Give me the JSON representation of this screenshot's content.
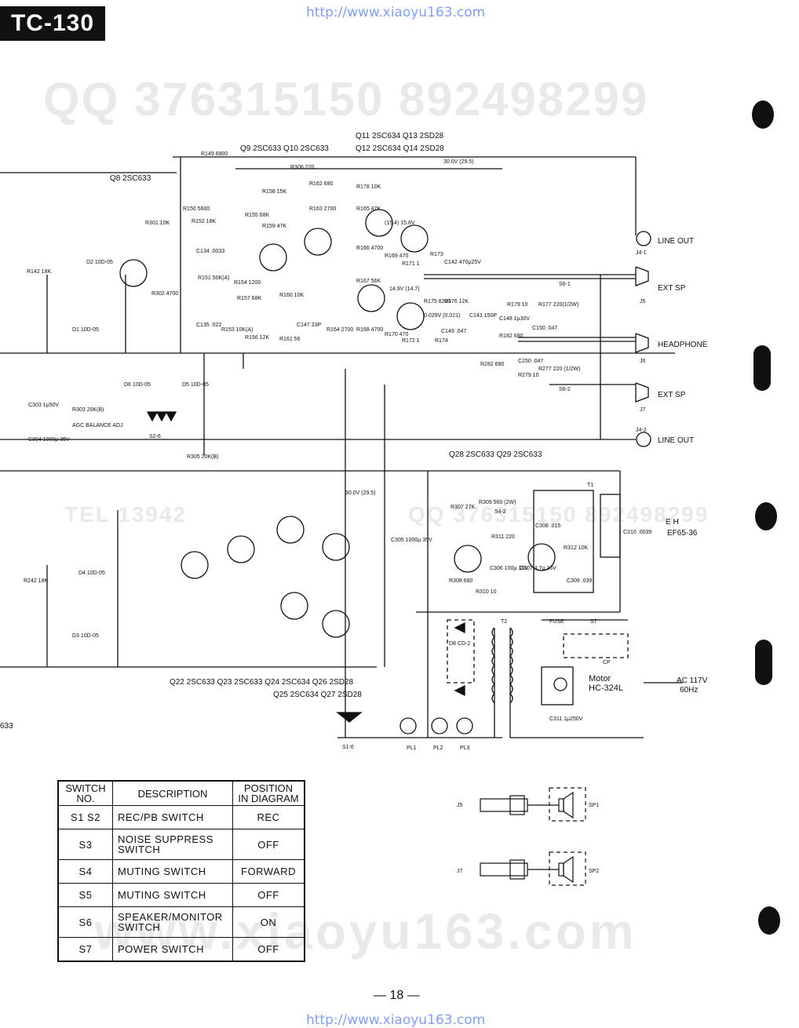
{
  "header": {
    "model": "TC-130",
    "url_top": "http://www.xiaoyu163.com",
    "url_bottom": "http://www.xiaoyu163.com"
  },
  "watermarks": {
    "qq_top": "QQ 376315150   892498299",
    "qq_mid_left": "TEL 13942",
    "qq_mid_right": "QQ 376315150  892498299",
    "site": "www.xiaoyu163.com"
  },
  "transistors": {
    "q8": "Q8 2SC633",
    "q9_q10": "Q9 2SC633  Q10 2SC633",
    "q11_q13": "Q11 2SC634  Q13 2SD28",
    "q12_q14": "Q12 2SC634  Q14 2SD28",
    "q28_q29": "Q28 2SC633     Q29 2SC633",
    "q22_q26": "Q22 2SC633  Q23 2SC633  Q24 2SC634  Q26 2SD28",
    "q25_q27": "Q25 2SC634  Q27 2SD28"
  },
  "connectors": {
    "line_out_1": "LINE OUT",
    "j4_1": "J4-1",
    "ext_sp_1": "EXT SP",
    "j5": "J5",
    "headphone": "HEADPHONE",
    "j6": "J6",
    "ext_sp_2": "EXT SP",
    "j7": "J7",
    "j4_2": "J4-2",
    "line_out_2": "LINE OUT",
    "s6_1": "S6-1",
    "s6_2": "S6-2",
    "s4_2": "S4-2",
    "s2_6": "S2-6",
    "s1_6": "S1-6",
    "sp1": "SP1",
    "sp2": "SP2"
  },
  "components": {
    "r149": "R149 6800",
    "r306": "R306 220",
    "v30": "30.0V (29.5)",
    "v30b": "30.0V (29.5)",
    "r150": "R150 5600",
    "r152": "R152 18K",
    "r301": "R301 10K",
    "r302": "R302 4700",
    "r142": "R142 18K",
    "r242": "R242 18K",
    "d2": "D2 10D-05",
    "d1": "D1 10D-05",
    "d4": "D4 10D-05",
    "d3": "D3 10D-05",
    "d6": "D6 10D-05",
    "d5": "D5 10D-05",
    "d8": "D8 CD-2",
    "r303": "R303 20K(B)",
    "agc": "AGC BALANCE ADJ",
    "r305": "R305 20K(B)",
    "c303": "C303 1μ50V",
    "c304": "C304 1000μ 35V",
    "c134": "C134 .0033",
    "c135": "C135 .022",
    "r151": "R151 50K(A)",
    "r153": "R153 10K(A)",
    "r154": "R154 1200",
    "r155": "R155 68K",
    "r156": "R156 12K",
    "r157": "R157 68K",
    "r158": "R158 15K",
    "r159": "R159 47K",
    "r160": "R160 10K",
    "r161": "R161 56",
    "c147": "C147 33P",
    "r162": "R162 680",
    "r163": "R163 2700",
    "r164": "R164 2700",
    "r165": "R165 47K",
    "r166": "R166 4700",
    "r167": "R167 56K",
    "r168": "R168 4700",
    "r169": "R169 470",
    "r170": "R170 470",
    "r171": "R171 1",
    "r172": "R172 1",
    "r173": "R173",
    "r174": "R174",
    "r175": "R175 8200",
    "r176": "R176 12K",
    "r177": "R177 220(1/2W)",
    "r178": "R178 10K",
    "r179": "R179 10",
    "r182": "R182 680",
    "r277": "R277 220 (1/2W)",
    "r279": "R279 10",
    "r282": "R282 680",
    "c142": "C142 470μ25V",
    "c143": "C143 150P",
    "c148": "C148 1μ30V",
    "c149": "C149 .047",
    "c150": "C150 .047",
    "c250": "C250 .047",
    "r307": "R307 27K",
    "r309": "R309 560 (2W)",
    "r310": "R310 10",
    "r311": "R311 220",
    "r312": "R312 10K",
    "r308": "R308 680",
    "c305": "C305 1000μ 35V",
    "c306": "C306 100μ 16V",
    "c307": "C307 4.7μ 16V",
    "c308": "C308 .015",
    "c309": "C309 .039",
    "c310": "C310 .0039",
    "t1": "T1",
    "t2": "T2",
    "eh": "E H",
    "ef": "EF65-36",
    "fuse": "FUSE",
    "s7": "S7",
    "cp": "CP",
    "motor": "Motor",
    "motor_model": "HC-324L",
    "ac": "AC 117V",
    "hz": "60Hz",
    "c311": "C311 1μ250V",
    "pl1": "PL1",
    "pl2": "PL2",
    "pl3": "PL3",
    "left_633": "633",
    "v_152": "(15.4) 15.8V",
    "v_147": "14.9V (14.7)",
    "v_029": "0.029V (0.021)"
  },
  "switch_table": {
    "headers": [
      "SWITCH NO.",
      "DESCRIPTION",
      "POSITION IN DIAGRAM"
    ],
    "rows": [
      {
        "no": "S1  S2",
        "desc": "REC/PB SWITCH",
        "pos": "REC"
      },
      {
        "no": "S3",
        "desc": "NOISE SUPPRESS SWITCH",
        "pos": "OFF"
      },
      {
        "no": "S4",
        "desc": "MUTING SWITCH",
        "pos": "FORWARD"
      },
      {
        "no": "S5",
        "desc": "MUTING SWITCH",
        "pos": "OFF"
      },
      {
        "no": "S6",
        "desc": "SPEAKER/MONITOR SWITCH",
        "pos": "ON"
      },
      {
        "no": "S7",
        "desc": "POWER SWITCH",
        "pos": "OFF"
      }
    ]
  },
  "footer": {
    "page": "— 18 —"
  }
}
